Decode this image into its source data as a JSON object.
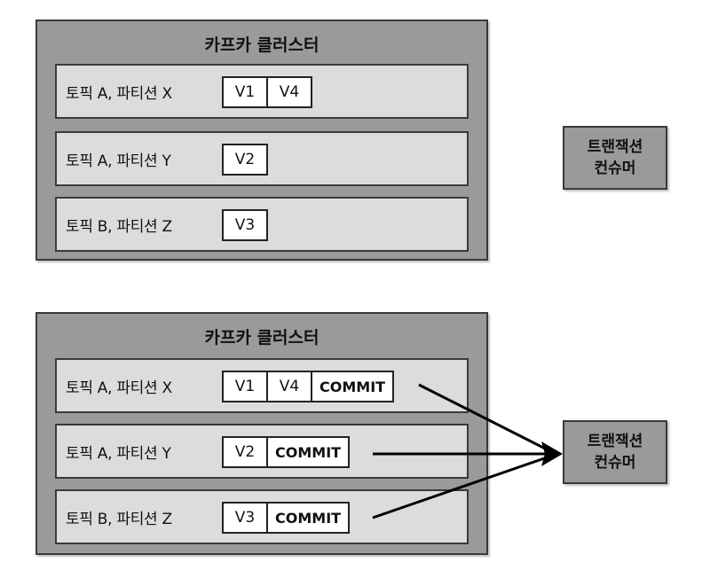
{
  "top": {
    "cluster_title": "카프카 클러스터",
    "partitions": [
      {
        "label": "토픽 A, 파티션 X",
        "messages": [
          "V1",
          "V4"
        ]
      },
      {
        "label": "토픽 A, 파티션 Y",
        "messages": [
          "V2"
        ]
      },
      {
        "label": "토픽 B, 파티션 Z",
        "messages": [
          "V3"
        ]
      }
    ],
    "consumer": {
      "line1": "트랜잭션",
      "line2": "컨슈머"
    }
  },
  "bottom": {
    "cluster_title": "카프카 클러스터",
    "partitions": [
      {
        "label": "토픽 A, 파티션 X",
        "messages": [
          "V1",
          "V4",
          "COMMIT"
        ]
      },
      {
        "label": "토픽 A, 파티션 Y",
        "messages": [
          "V2",
          "COMMIT"
        ]
      },
      {
        "label": "토픽 B, 파티션 Z",
        "messages": [
          "V3",
          "COMMIT"
        ]
      }
    ],
    "consumer": {
      "line1": "트랜잭션",
      "line2": "컨슈머"
    }
  }
}
